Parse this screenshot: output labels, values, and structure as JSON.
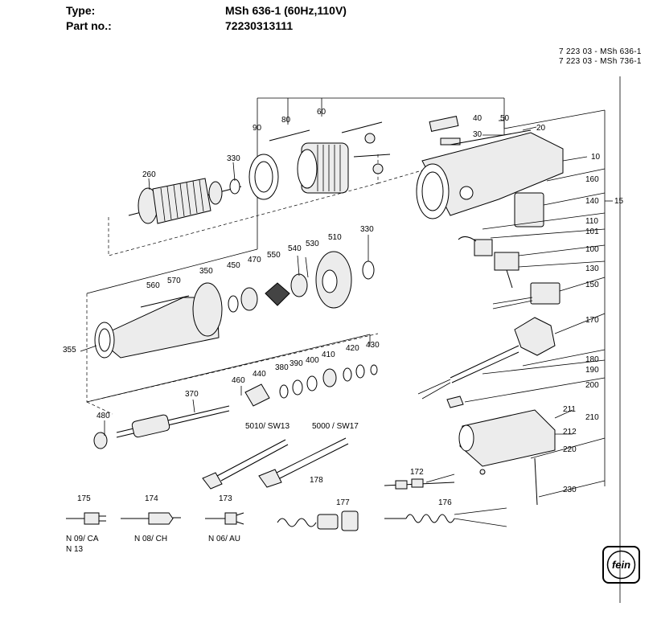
{
  "header": {
    "type_label": "Type:",
    "type_value": "MSh 636-1 (60Hz,110V)",
    "part_label": "Part no.:",
    "part_value": "72230313111"
  },
  "drawing_refs": [
    "7 223 03 - MSh 636-1",
    "7 223 03 - MSh 736-1"
  ],
  "callouts": {
    "c80": "80",
    "c60": "60",
    "c90": "90",
    "c330a": "330",
    "c260": "260",
    "c40": "40",
    "c30": "30",
    "c50": "50",
    "c20": "20",
    "c10": "10",
    "c160": "160",
    "c140": "140",
    "c15": "15",
    "c110": "110",
    "c101": "101",
    "c100": "100",
    "c130": "130",
    "c150": "150",
    "c170": "170",
    "c180": "180",
    "c190": "190",
    "c200": "200",
    "c211": "211",
    "c212": "212",
    "c210": "210",
    "c220": "220",
    "c230": "230",
    "c510": "510",
    "c330b": "330",
    "c540": "540",
    "c530": "530",
    "c550": "550",
    "c470": "470",
    "c450": "450",
    "c350": "350",
    "c570": "570",
    "c560": "560",
    "c355": "355",
    "c430": "430",
    "c420": "420",
    "c410": "410",
    "c400": "400",
    "c390": "390",
    "c380": "380",
    "c440": "440",
    "c460": "460",
    "c370": "370",
    "c480": "480",
    "c5010": "5010/ SW13",
    "c5000": "5000 / SW17",
    "c172": "172",
    "c178": "178",
    "c177": "177",
    "c176": "176",
    "c175": "175",
    "c174": "174",
    "c173": "173"
  },
  "plug_labels": {
    "n09": "N 09/ CA",
    "n13": "N 13",
    "n08": "N 08/ CH",
    "n06": "N 06/ AU"
  },
  "logo": {
    "text": "fein"
  }
}
